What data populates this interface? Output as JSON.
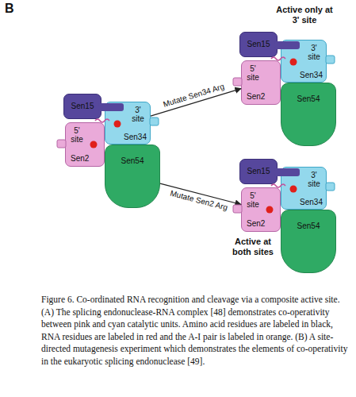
{
  "diagram": {
    "caption": "Figure 6. Co-ordinated RNA recognition and cleavage via a composite active site. (A) The splicing endonuclease-RNA complex [48] demonstrates co-operativity between pink and cyan catalytic units. Amino acid residues are labeled in black, RNA residues are labeled in red and the A-I pair is labeled in orange. (B) A site-directed mutagenesis experiment which demonstrates the elements of co-operativity in the eukaryotic splicing endonuclease [49].",
    "nodes": [
      {
        "text": [
          "Sen15"
        ]
      },
      {
        "text": [
          "3' site",
          "Sen34"
        ]
      },
      {
        "text": [
          "5' site",
          "Sen2"
        ]
      },
      {
        "text": [
          "Sen54"
        ]
      },
      {
        "text": [
          "Sen15"
        ]
      },
      {
        "text": [
          "3' site",
          "Sen34"
        ]
      },
      {
        "text": [
          "5' site",
          "Sen2"
        ]
      },
      {
        "text": [
          "Sen54"
        ]
      },
      {
        "text": [
          "Sen15"
        ]
      },
      {
        "text": [
          "3' site",
          "Sen34"
        ]
      },
      {
        "text": [
          "5' site",
          "Sen2"
        ]
      },
      {
        "text": [
          "Sen54"
        ]
      }
    ],
    "edges": [
      {
        "from": 1,
        "to": 6,
        "arrow": "to",
        "label": "Mutate Sen34 Arg"
      },
      {
        "from": 3,
        "to": 10,
        "arrow": "to",
        "label": "Mutate Sen2 Arg"
      }
    ],
    "labels": [
      "B",
      "Active only at 3' site",
      "Active at both sites"
    ]
  }
}
